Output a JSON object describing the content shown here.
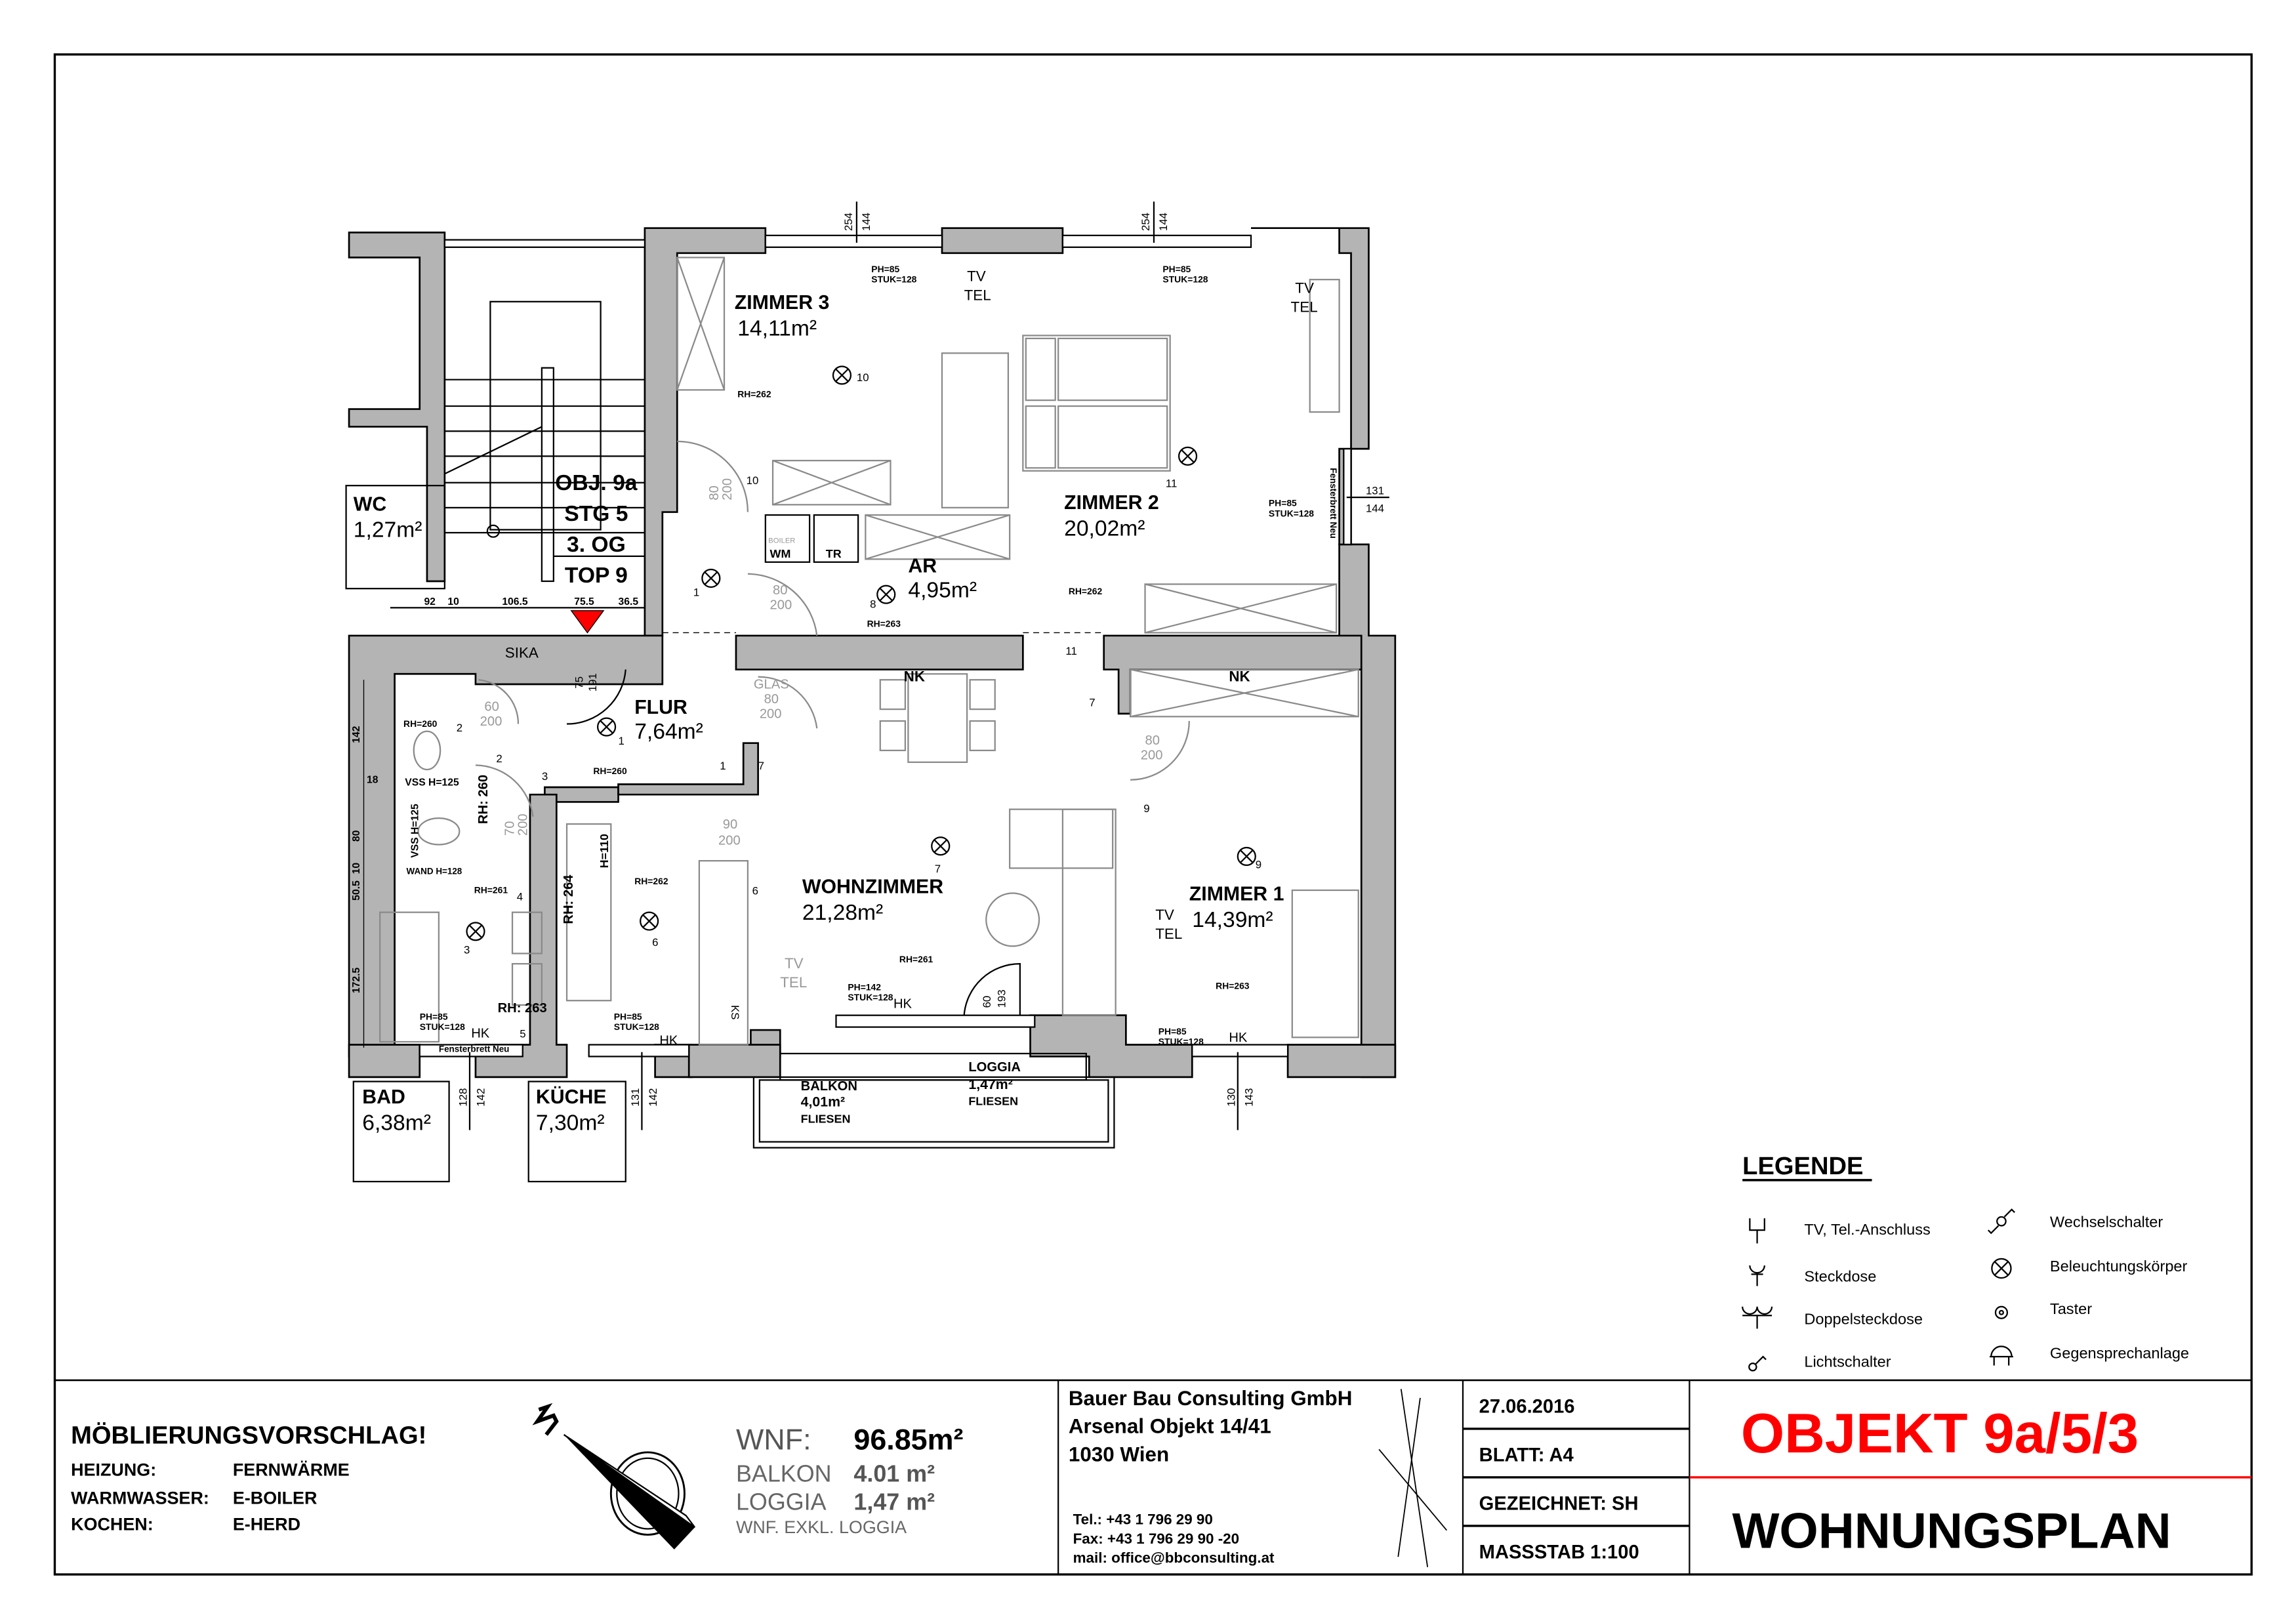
{
  "plan": {
    "rooms": [
      {
        "name": "ZIMMER 3",
        "area": "14,11m²"
      },
      {
        "name": "ZIMMER 2",
        "area": "20,02m²"
      },
      {
        "name": "AR",
        "area": "4,95m²"
      },
      {
        "name": "WC",
        "area": "1,27m²"
      },
      {
        "name": "FLUR",
        "area": "7,64m²"
      },
      {
        "name": "WOHNZIMMER",
        "area": "21,28m²"
      },
      {
        "name": "ZIMMER 1",
        "area": "14,39m²"
      },
      {
        "name": "BAD",
        "area": "6,38m²"
      },
      {
        "name": "KÜCHE",
        "area": "7,30m²"
      }
    ],
    "outdoor": [
      {
        "name": "BALKON",
        "area": "4,01m²",
        "floor": "FLIESEN"
      },
      {
        "name": "LOGGIA",
        "area": "1,47m²",
        "floor": "FLIESEN"
      }
    ],
    "stair_label": [
      "OBJ. 9a",
      "STG 5",
      "3. OG",
      "TOP 9"
    ],
    "ph_notes": [
      "PH=85",
      "STUK=128",
      "PH=142"
    ],
    "rh_notes": [
      "RH=262",
      "RH=262",
      "RH=263",
      "RH=260",
      "RH=260",
      "RH=261",
      "RH=262",
      "RH=261",
      "RH=263",
      "RH: 260",
      "RH: 264",
      "RH: 263"
    ],
    "window_dims": [
      [
        "254",
        "144"
      ],
      [
        "254",
        "144"
      ],
      [
        "131",
        "144"
      ],
      [
        "128",
        "142"
      ],
      [
        "131",
        "142"
      ],
      [
        "130",
        "143"
      ]
    ],
    "stair_dims": [
      "92",
      "10",
      "106.5",
      "75.5",
      "36.5"
    ],
    "left_dims": [
      "142",
      "18",
      "80",
      "10",
      "50.5",
      "172.5"
    ],
    "door_dims": [
      [
        "80",
        "200"
      ],
      [
        "80",
        "200"
      ],
      [
        "60",
        "200"
      ],
      [
        "70",
        "200"
      ],
      [
        "75",
        "191"
      ],
      [
        "80",
        "200"
      ],
      [
        "90",
        "200"
      ],
      [
        "80",
        "200"
      ],
      [
        "60",
        "193"
      ]
    ],
    "glass_label": "GLAS",
    "fixtures": {
      "tv": "TV",
      "tel": "TEL",
      "nk": "NK",
      "sika": "SIKA",
      "vss": "VSS H=125",
      "wand": "WAND H=128",
      "h110": "H=110",
      "hk": "HK",
      "wm": "WM",
      "tr": "TR",
      "boiler": "BOILER",
      "ks": "KS",
      "fensterbrett": "Fensterbrett Neu"
    },
    "light_numbers": [
      "10",
      "11",
      "8",
      "1",
      "1",
      "6",
      "3",
      "7",
      "9",
      "2",
      "2",
      "4",
      "5",
      "7",
      "11",
      "10",
      "1",
      "6",
      "7",
      "9",
      "3"
    ]
  },
  "legend": {
    "title": "LEGENDE",
    "items": [
      {
        "icon": "tv-tel-outlet-icon",
        "label": "TV, Tel.-Anschluss"
      },
      {
        "icon": "socket-icon",
        "label": "Steckdose"
      },
      {
        "icon": "double-socket-icon",
        "label": "Doppelsteckdose"
      },
      {
        "icon": "light-switch-icon",
        "label": "Lichtschalter"
      },
      {
        "icon": "two-way-switch-icon",
        "label": "Wechselschalter"
      },
      {
        "icon": "light-fixture-icon",
        "label": "Beleuchtungskörper"
      },
      {
        "icon": "push-button-icon",
        "label": "Taster"
      },
      {
        "icon": "intercom-icon",
        "label": "Gegensprechanlage"
      }
    ]
  },
  "titleblock": {
    "heading": "MÖBLIERUNGSVORSCHLAG!",
    "specs": [
      {
        "key": "HEIZUNG:",
        "value": "FERNWÄRME"
      },
      {
        "key": "WARMWASSER:",
        "value": "E-BOILER"
      },
      {
        "key": "KOCHEN:",
        "value": "E-HERD"
      }
    ],
    "wnf_label": "WNF:",
    "wnf_value": "96.85m²",
    "balkon_label": "BALKON",
    "balkon_value": "4.01 m²",
    "loggia_label": "LOGGIA",
    "loggia_value": "1,47 m²",
    "wnf_note": "WNF. EXKL. LOGGIA",
    "company": [
      "Bauer Bau Consulting GmbH",
      "Arsenal Objekt 14/41",
      "1030 Wien"
    ],
    "contact": [
      "Tel.: +43 1 796 29 90",
      "Fax: +43 1 796 29 90 -20",
      "mail: office@bbconsulting.at"
    ],
    "date": "27.06.2016",
    "blatt": "BLATT:  A4",
    "gezeichnet": "GEZEICHNET: SH",
    "massstab": "MASSSTAB 1:100",
    "objekt": "OBJEKT 9a/5/3",
    "plan_type": "WOHNUNGSPLAN",
    "accent_color": "#ff0000"
  }
}
